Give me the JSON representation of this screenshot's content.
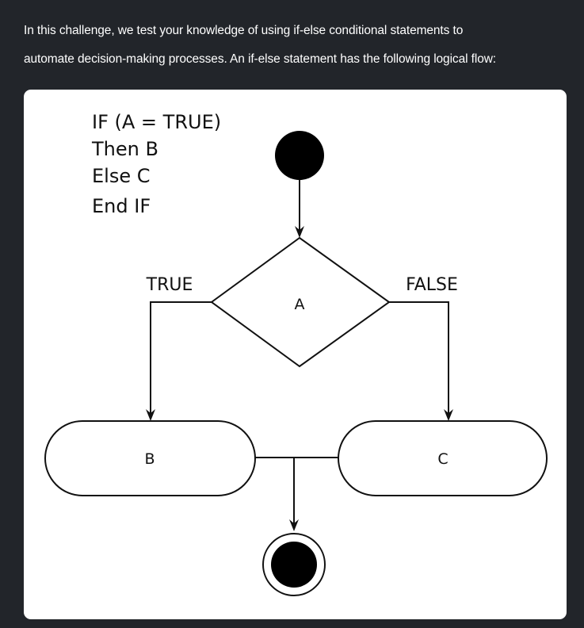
{
  "intro": {
    "line1": "In this challenge, we test your knowledge of using if-else conditional statements to",
    "line2": "automate decision-making processes. An if-else statement has the following logical flow:"
  },
  "flowchart": {
    "pseudocode": [
      "IF (A = TRUE)",
      "Then B",
      "Else C",
      "End IF"
    ],
    "decision_label": "A",
    "true_label": "TRUE",
    "false_label": "FALSE",
    "action_b": "B",
    "action_c": "C"
  },
  "colors": {
    "page_background": "#22252a",
    "card_background": "#ffffff",
    "text": "#ffffff",
    "diagram_stroke": "#111111"
  }
}
